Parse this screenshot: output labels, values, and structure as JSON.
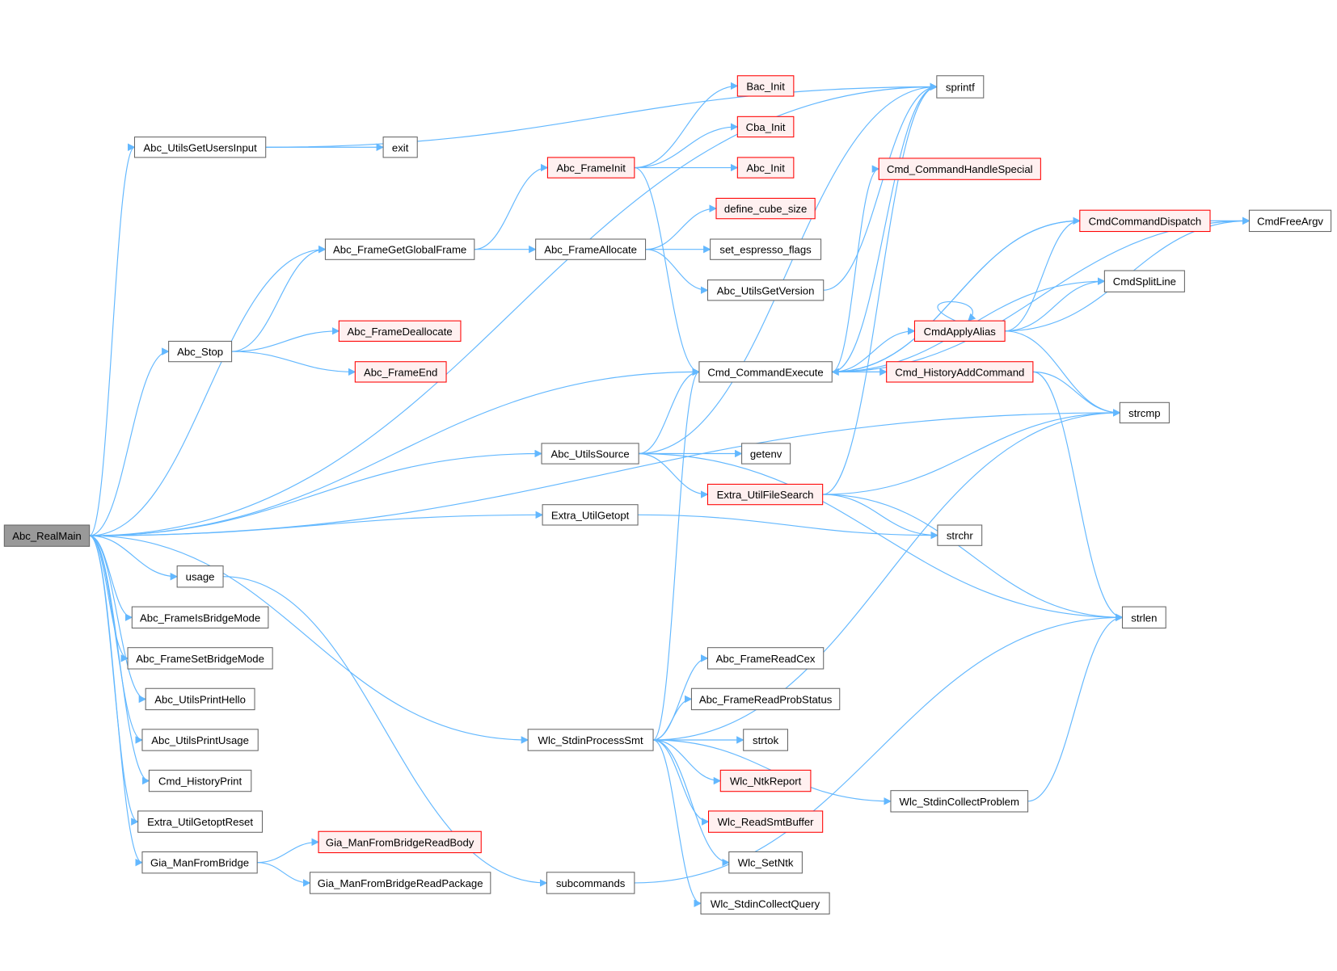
{
  "title": "Abc_RealMain call graph",
  "colors": {
    "edge": "#63b8ff",
    "root_fill": "#999999",
    "incomplete_border": "#ff0000",
    "incomplete_fill": "#fff0f0",
    "node_border": "#666666"
  },
  "nodes": [
    {
      "id": "Abc_RealMain",
      "label": "Abc_RealMain",
      "type": "root"
    },
    {
      "id": "Abc_UtilsGetUsersInput",
      "label": "Abc_UtilsGetUsersInput"
    },
    {
      "id": "exit",
      "label": "exit"
    },
    {
      "id": "Abc_FrameGetGlobalFrame",
      "label": "Abc_FrameGetGlobalFrame"
    },
    {
      "id": "Abc_Stop",
      "label": "Abc_Stop"
    },
    {
      "id": "usage",
      "label": "usage"
    },
    {
      "id": "Abc_FrameIsBridgeMode",
      "label": "Abc_FrameIsBridgeMode"
    },
    {
      "id": "Abc_FrameSetBridgeMode",
      "label": "Abc_FrameSetBridgeMode"
    },
    {
      "id": "Abc_UtilsPrintHello",
      "label": "Abc_UtilsPrintHello"
    },
    {
      "id": "Abc_UtilsPrintUsage",
      "label": "Abc_UtilsPrintUsage"
    },
    {
      "id": "Cmd_HistoryPrint",
      "label": "Cmd_HistoryPrint"
    },
    {
      "id": "Extra_UtilGetoptReset",
      "label": "Extra_UtilGetoptReset"
    },
    {
      "id": "Gia_ManFromBridge",
      "label": "Gia_ManFromBridge"
    },
    {
      "id": "Abc_FrameDeallocate",
      "label": "Abc_FrameDeallocate",
      "type": "red"
    },
    {
      "id": "Abc_FrameEnd",
      "label": "Abc_FrameEnd",
      "type": "red"
    },
    {
      "id": "Gia_ManFromBridgeReadBody",
      "label": "Gia_ManFromBridgeReadBody",
      "type": "red"
    },
    {
      "id": "Gia_ManFromBridgeReadPackage",
      "label": "Gia_ManFromBridgeReadPackage"
    },
    {
      "id": "Abc_FrameInit",
      "label": "Abc_FrameInit",
      "type": "red"
    },
    {
      "id": "Abc_FrameAllocate",
      "label": "Abc_FrameAllocate"
    },
    {
      "id": "Abc_UtilsSource",
      "label": "Abc_UtilsSource"
    },
    {
      "id": "Extra_UtilGetopt",
      "label": "Extra_UtilGetopt"
    },
    {
      "id": "Wlc_StdinProcessSmt",
      "label": "Wlc_StdinProcessSmt"
    },
    {
      "id": "subcommands",
      "label": "subcommands"
    },
    {
      "id": "Bac_Init",
      "label": "Bac_Init",
      "type": "red"
    },
    {
      "id": "Cba_Init",
      "label": "Cba_Init",
      "type": "red"
    },
    {
      "id": "Abc_Init",
      "label": "Abc_Init",
      "type": "red"
    },
    {
      "id": "define_cube_size",
      "label": "define_cube_size",
      "type": "red"
    },
    {
      "id": "set_espresso_flags",
      "label": "set_espresso_flags"
    },
    {
      "id": "Abc_UtilsGetVersion",
      "label": "Abc_UtilsGetVersion"
    },
    {
      "id": "Cmd_CommandExecute",
      "label": "Cmd_CommandExecute"
    },
    {
      "id": "getenv",
      "label": "getenv"
    },
    {
      "id": "Extra_UtilFileSearch",
      "label": "Extra_UtilFileSearch",
      "type": "red"
    },
    {
      "id": "Abc_FrameReadCex",
      "label": "Abc_FrameReadCex"
    },
    {
      "id": "Abc_FrameReadProbStatus",
      "label": "Abc_FrameReadProbStatus"
    },
    {
      "id": "strtok",
      "label": "strtok"
    },
    {
      "id": "Wlc_NtkReport",
      "label": "Wlc_NtkReport",
      "type": "red"
    },
    {
      "id": "Wlc_ReadSmtBuffer",
      "label": "Wlc_ReadSmtBuffer",
      "type": "red"
    },
    {
      "id": "Wlc_SetNtk",
      "label": "Wlc_SetNtk"
    },
    {
      "id": "Wlc_StdinCollectQuery",
      "label": "Wlc_StdinCollectQuery"
    },
    {
      "id": "sprintf",
      "label": "sprintf"
    },
    {
      "id": "Cmd_CommandHandleSpecial",
      "label": "Cmd_CommandHandleSpecial",
      "type": "red"
    },
    {
      "id": "CmdCommandDispatch",
      "label": "CmdCommandDispatch",
      "type": "red"
    },
    {
      "id": "CmdSplitLine",
      "label": "CmdSplitLine"
    },
    {
      "id": "CmdApplyAlias",
      "label": "CmdApplyAlias",
      "type": "red"
    },
    {
      "id": "Cmd_HistoryAddCommand",
      "label": "Cmd_HistoryAddCommand",
      "type": "red"
    },
    {
      "id": "strcmp",
      "label": "strcmp"
    },
    {
      "id": "strchr",
      "label": "strchr"
    },
    {
      "id": "strlen",
      "label": "strlen"
    },
    {
      "id": "Wlc_StdinCollectProblem",
      "label": "Wlc_StdinCollectProblem"
    },
    {
      "id": "CmdFreeArgv",
      "label": "CmdFreeArgv"
    }
  ],
  "edges": [
    [
      "Abc_RealMain",
      "sprintf"
    ],
    [
      "Abc_RealMain",
      "Abc_UtilsGetUsersInput"
    ],
    [
      "Abc_RealMain",
      "Abc_FrameGetGlobalFrame"
    ],
    [
      "Abc_RealMain",
      "Abc_Stop"
    ],
    [
      "Abc_RealMain",
      "Cmd_CommandExecute"
    ],
    [
      "Abc_RealMain",
      "strcmp"
    ],
    [
      "Abc_RealMain",
      "Abc_UtilsSource"
    ],
    [
      "Abc_RealMain",
      "Extra_UtilGetopt"
    ],
    [
      "Abc_RealMain",
      "usage"
    ],
    [
      "Abc_RealMain",
      "Abc_FrameIsBridgeMode"
    ],
    [
      "Abc_RealMain",
      "Abc_FrameSetBridgeMode"
    ],
    [
      "Abc_RealMain",
      "Abc_UtilsPrintHello"
    ],
    [
      "Abc_RealMain",
      "Abc_UtilsPrintUsage"
    ],
    [
      "Abc_RealMain",
      "Cmd_HistoryPrint"
    ],
    [
      "Abc_RealMain",
      "Extra_UtilGetoptReset"
    ],
    [
      "Abc_RealMain",
      "Gia_ManFromBridge"
    ],
    [
      "Abc_RealMain",
      "Wlc_StdinProcessSmt"
    ],
    [
      "Abc_UtilsGetUsersInput",
      "exit"
    ],
    [
      "Abc_UtilsGetUsersInput",
      "sprintf"
    ],
    [
      "Abc_FrameGetGlobalFrame",
      "Abc_FrameInit"
    ],
    [
      "Abc_FrameGetGlobalFrame",
      "Abc_FrameAllocate"
    ],
    [
      "Abc_Stop",
      "Abc_FrameGetGlobalFrame"
    ],
    [
      "Abc_Stop",
      "Abc_FrameDeallocate"
    ],
    [
      "Abc_Stop",
      "Abc_FrameEnd"
    ],
    [
      "usage",
      "subcommands"
    ],
    [
      "Gia_ManFromBridge",
      "Gia_ManFromBridgeReadBody"
    ],
    [
      "Gia_ManFromBridge",
      "Gia_ManFromBridgeReadPackage"
    ],
    [
      "Abc_FrameInit",
      "Bac_Init"
    ],
    [
      "Abc_FrameInit",
      "Cba_Init"
    ],
    [
      "Abc_FrameInit",
      "Abc_Init"
    ],
    [
      "Abc_FrameInit",
      "Cmd_CommandExecute"
    ],
    [
      "Abc_FrameAllocate",
      "define_cube_size"
    ],
    [
      "Abc_FrameAllocate",
      "set_espresso_flags"
    ],
    [
      "Abc_FrameAllocate",
      "Abc_UtilsGetVersion"
    ],
    [
      "Abc_UtilsGetVersion",
      "sprintf"
    ],
    [
      "Abc_UtilsSource",
      "Cmd_CommandExecute"
    ],
    [
      "Abc_UtilsSource",
      "getenv"
    ],
    [
      "Abc_UtilsSource",
      "Extra_UtilFileSearch"
    ],
    [
      "Abc_UtilsSource",
      "sprintf"
    ],
    [
      "Abc_UtilsSource",
      "strlen"
    ],
    [
      "Extra_UtilGetopt",
      "strchr"
    ],
    [
      "Wlc_StdinProcessSmt",
      "Cmd_CommandExecute"
    ],
    [
      "Wlc_StdinProcessSmt",
      "strcmp"
    ],
    [
      "Wlc_StdinProcessSmt",
      "Abc_FrameReadCex"
    ],
    [
      "Wlc_StdinProcessSmt",
      "Abc_FrameReadProbStatus"
    ],
    [
      "Wlc_StdinProcessSmt",
      "strtok"
    ],
    [
      "Wlc_StdinProcessSmt",
      "Wlc_NtkReport"
    ],
    [
      "Wlc_StdinProcessSmt",
      "Wlc_ReadSmtBuffer"
    ],
    [
      "Wlc_StdinProcessSmt",
      "Wlc_SetNtk"
    ],
    [
      "Wlc_StdinProcessSmt",
      "Wlc_StdinCollectQuery"
    ],
    [
      "Wlc_StdinProcessSmt",
      "Wlc_StdinCollectProblem"
    ],
    [
      "subcommands",
      "strlen"
    ],
    [
      "Cmd_CommandExecute",
      "sprintf"
    ],
    [
      "Cmd_CommandExecute",
      "CmdFreeArgv"
    ],
    [
      "Cmd_CommandExecute",
      "Cmd_CommandHandleSpecial"
    ],
    [
      "Cmd_CommandExecute",
      "CmdCommandDispatch"
    ],
    [
      "Cmd_CommandExecute",
      "CmdSplitLine"
    ],
    [
      "Cmd_CommandExecute",
      "CmdApplyAlias"
    ],
    [
      "Cmd_CommandExecute",
      "Cmd_HistoryAddCommand"
    ],
    [
      "Extra_UtilFileSearch",
      "sprintf"
    ],
    [
      "Extra_UtilFileSearch",
      "strcmp"
    ],
    [
      "Extra_UtilFileSearch",
      "strchr"
    ],
    [
      "Extra_UtilFileSearch",
      "strlen"
    ],
    [
      "CmdCommandDispatch",
      "CmdFreeArgv"
    ],
    [
      "CmdCommandDispatch",
      "Cmd_CommandExecute"
    ],
    [
      "CmdApplyAlias",
      "CmdApplyAlias"
    ],
    [
      "CmdApplyAlias",
      "CmdCommandDispatch"
    ],
    [
      "CmdApplyAlias",
      "CmdSplitLine"
    ],
    [
      "CmdApplyAlias",
      "CmdFreeArgv"
    ],
    [
      "CmdApplyAlias",
      "strcmp"
    ],
    [
      "Cmd_HistoryAddCommand",
      "strcmp"
    ],
    [
      "Cmd_HistoryAddCommand",
      "strlen"
    ],
    [
      "Wlc_StdinCollectProblem",
      "strlen"
    ]
  ]
}
